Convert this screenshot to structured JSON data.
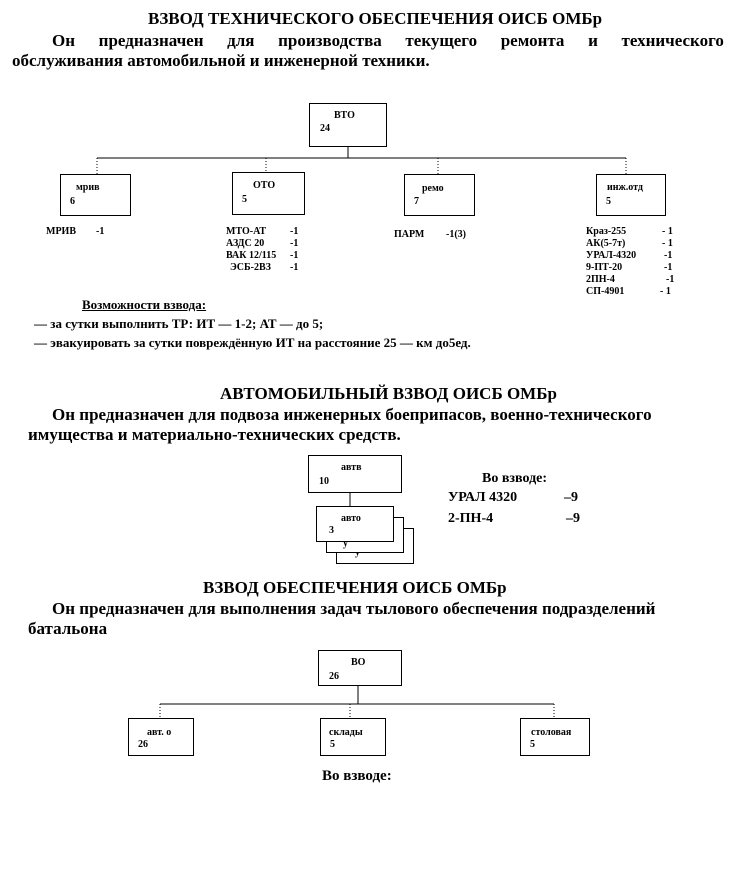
{
  "section1": {
    "title": "ВЗВОД ТЕХНИЧЕСКОГО ОБЕСПЕЧЕНИЯ ОИСБ ОМБр",
    "paragraph_line1_words": [
      "Он",
      "предназначен",
      "для",
      "производства",
      "текущего",
      "ремонта",
      "и",
      "технического"
    ],
    "paragraph_line2": "обслуживания автомобильной и инженерной техники.",
    "root": {
      "name": "ВТО",
      "num": "24"
    },
    "children": [
      {
        "name": "мрив",
        "num": "6"
      },
      {
        "name": "ОТО",
        "num": "5"
      },
      {
        "name": "ремо",
        "num": "7"
      },
      {
        "name": "инж.отд",
        "num": "5"
      }
    ],
    "lists": {
      "mriv": [
        {
          "name": "МРИВ",
          "qty": "-1"
        }
      ],
      "oto": [
        {
          "name": "МТО-АТ",
          "qty": "-1"
        },
        {
          "name": "АЗДС 20",
          "qty": "-1"
        },
        {
          "name": "ВАК 12/115",
          "qty": "-1"
        },
        {
          "name": "ЭСБ-2ВЗ",
          "qty": "-1"
        }
      ],
      "remo": [
        {
          "name": "ПАРМ",
          "qty": "-1(3)"
        }
      ],
      "inzh": [
        {
          "name": "Краз-255",
          "qty": "- 1"
        },
        {
          "name": "АК(5-7т)",
          "qty": "- 1"
        },
        {
          "name": "УРАЛ-4320",
          "qty": "-1"
        },
        {
          "name": "9-ПТ-20",
          "qty": "-1"
        },
        {
          "name": "2ПН-4",
          "qty": "-1"
        },
        {
          "name": "СП-4901",
          "qty": "-  1"
        }
      ]
    },
    "capabilities_title": "Возможности взвода:",
    "capabilities": [
      "— за сутки выполнить ТР: ИТ — 1-2; АТ — до 5;",
      "— эвакуировать за сутки повреждённую ИТ на расстояние 25 — км до5ед."
    ]
  },
  "section2": {
    "title": "АВТОМОБИЛЬНЫЙ ВЗВОД ОИСБ ОМБр",
    "paragraph_line1": "Он предназначен для  подвоза инженерных боеприпасов, военно-технического",
    "paragraph_line2": "имущества и материально-технических средств.",
    "root": {
      "name": "автв",
      "num": "10"
    },
    "stack": {
      "name": "авто",
      "num": "3",
      "back1": "у",
      "back2": "у"
    },
    "in_platoon_title": "Во взводе:",
    "in_platoon": [
      {
        "name": "УРАЛ 4320",
        "qty": "–9"
      },
      {
        "name": "2-ПН-4",
        "qty": "–9"
      }
    ]
  },
  "section3": {
    "title": "ВЗВОД ОБЕСПЕЧЕНИЯ ОИСБ ОМБр",
    "paragraph_line1": "Он предназначен для выполнения задач тылового обеспечения подразделений",
    "paragraph_line2": "батальона",
    "root": {
      "name": "ВО",
      "num": "26"
    },
    "children": [
      {
        "name": "авт. о",
        "num": "26"
      },
      {
        "name": "склады",
        "num": "5"
      },
      {
        "name": "столовая",
        "num": "5"
      }
    ],
    "in_platoon_title": "Во взводе:"
  }
}
